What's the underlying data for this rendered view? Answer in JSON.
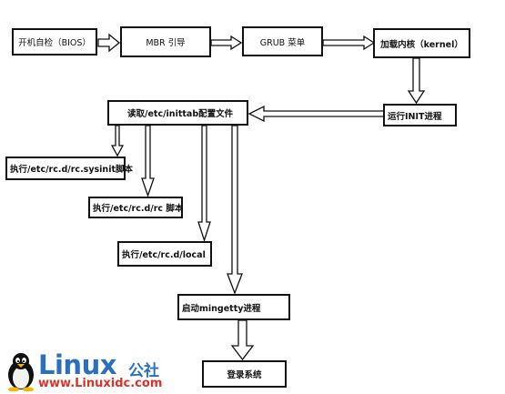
{
  "nodes": {
    "bios": "开机自检（BIOS）",
    "mbr": "MBR 引导",
    "grub": "GRUB 菜单",
    "kernel": "加载内核（kernel）",
    "init": "运行INIT进程",
    "inittab": "读取/etc/inittab配置文件",
    "sysinit": "执行/etc/rc.d/rc.sysinit脚本",
    "rc": "执行/etc/rc.d/rc 脚本",
    "local": "执行/etc/rc.d/local",
    "mingetty": "启动mingetty进程",
    "login": "登录系统"
  },
  "watermark": {
    "brand": "Linux",
    "brand_cn": "公社",
    "url": "www.Linuxidc.com"
  }
}
